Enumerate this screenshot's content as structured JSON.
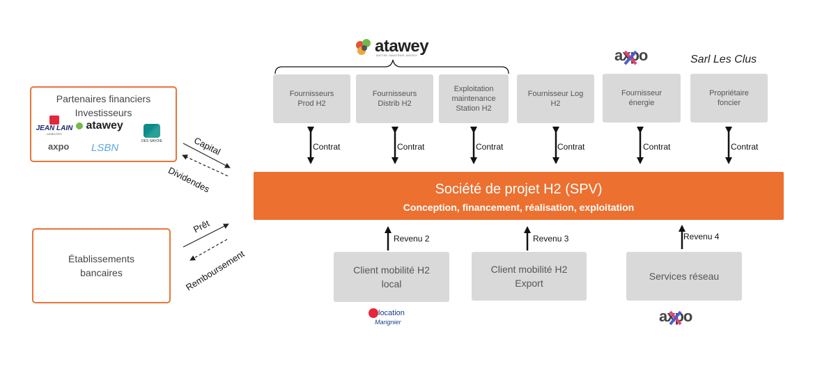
{
  "logos": {
    "atawey_top": "atawey",
    "atawey_tagline": "MATTRE. MAINTENIR. ENERGY",
    "axpo_top": "axpo",
    "sarl": "Sarl Les Clus",
    "axpo_bottom": "axpo",
    "ulocation_line1": "location",
    "ulocation_line2": "Marignier"
  },
  "partners": {
    "title": "Partenaires financiers\nInvestisseurs",
    "jeanlain": "JEAN LAIN",
    "jeanlain_sub": "MOBILITÉS",
    "atawey": "atawey",
    "ca": "DES SAVOIE",
    "axpo": "axpo",
    "lsbn": "LSBN"
  },
  "banks": {
    "title": "Établissements\nbancaires"
  },
  "flows": {
    "capital": "Capital",
    "dividendes": "Dividendes",
    "pret": "Prêt",
    "remboursement": "Remboursement"
  },
  "suppliers": [
    {
      "label": "Fournisseurs\nProd H2",
      "contract": "Contrat"
    },
    {
      "label": "Fournisseurs\nDistrib H2",
      "contract": "Contrat"
    },
    {
      "label": "Exploitation\nmaintenance\nStation H2",
      "contract": "Contrat"
    },
    {
      "label": "Fournisseur Log\nH2",
      "contract": "Contrat"
    },
    {
      "label": "Fournisseur\nénergie",
      "contract": "Contrat"
    },
    {
      "label": "Propriétaire\nfoncier",
      "contract": "Contrat"
    }
  ],
  "spv": {
    "title": "Société de projet H2 (SPV)",
    "subtitle": "Conception, financement, réalisation, exploitation"
  },
  "clients": [
    {
      "label": "Client mobilité H2\nlocal",
      "revenue": "Revenu 2"
    },
    {
      "label": "Client mobilité H2\nExport",
      "revenue": "Revenu 3"
    },
    {
      "label": "Services réseau",
      "revenue": "Revenu 4"
    }
  ],
  "colors": {
    "orange": "#ec7030",
    "grey_box": "#d9d9d9",
    "lsbn_blue": "#5aa9e6"
  }
}
